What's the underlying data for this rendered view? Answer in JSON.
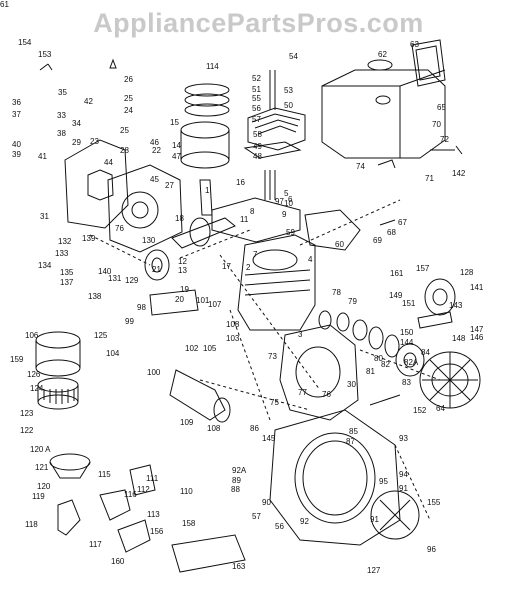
{
  "watermark": "AppliancePartsPros.com",
  "colors": {
    "ink": "#111111",
    "watermark": "#c9c9c9",
    "background": "#ffffff"
  },
  "parts": [
    {
      "ref": "154"
    },
    {
      "ref": "153"
    },
    {
      "ref": "26"
    },
    {
      "ref": "25"
    },
    {
      "ref": "24"
    },
    {
      "ref": "36"
    },
    {
      "ref": "35"
    },
    {
      "ref": "42"
    },
    {
      "ref": "37"
    },
    {
      "ref": "33"
    },
    {
      "ref": "34"
    },
    {
      "ref": "38"
    },
    {
      "ref": "25"
    },
    {
      "ref": "40"
    },
    {
      "ref": "39"
    },
    {
      "ref": "41"
    },
    {
      "ref": "29"
    },
    {
      "ref": "23"
    },
    {
      "ref": "28"
    },
    {
      "ref": "44"
    },
    {
      "ref": "22"
    },
    {
      "ref": "46"
    },
    {
      "ref": "14"
    },
    {
      "ref": "47"
    },
    {
      "ref": "45"
    },
    {
      "ref": "27"
    },
    {
      "ref": "1"
    },
    {
      "ref": "31"
    },
    {
      "ref": "76"
    },
    {
      "ref": "130"
    },
    {
      "ref": "139"
    },
    {
      "ref": "132"
    },
    {
      "ref": "133"
    },
    {
      "ref": "134"
    },
    {
      "ref": "135"
    },
    {
      "ref": "137"
    },
    {
      "ref": "140"
    },
    {
      "ref": "131"
    },
    {
      "ref": "138"
    },
    {
      "ref": "129"
    },
    {
      "ref": "12"
    },
    {
      "ref": "13"
    },
    {
      "ref": "11"
    },
    {
      "ref": "19"
    },
    {
      "ref": "20"
    },
    {
      "ref": "16"
    },
    {
      "ref": "17"
    },
    {
      "ref": "18"
    },
    {
      "ref": "15"
    },
    {
      "ref": "114"
    },
    {
      "ref": "52"
    },
    {
      "ref": "51"
    },
    {
      "ref": "55"
    },
    {
      "ref": "56"
    },
    {
      "ref": "57"
    },
    {
      "ref": "53"
    },
    {
      "ref": "50"
    },
    {
      "ref": "58"
    },
    {
      "ref": "49"
    },
    {
      "ref": "48"
    },
    {
      "ref": "54"
    },
    {
      "ref": "62"
    },
    {
      "ref": "63"
    },
    {
      "ref": "65"
    },
    {
      "ref": "70"
    },
    {
      "ref": "72"
    },
    {
      "ref": "74"
    },
    {
      "ref": "71"
    },
    {
      "ref": "142"
    },
    {
      "ref": "5"
    },
    {
      "ref": "10"
    },
    {
      "ref": "9"
    },
    {
      "ref": "8"
    },
    {
      "ref": "59"
    },
    {
      "ref": "60"
    },
    {
      "ref": "67"
    },
    {
      "ref": "68"
    },
    {
      "ref": "69"
    },
    {
      "ref": "21"
    },
    {
      "ref": "98"
    },
    {
      "ref": "99"
    },
    {
      "ref": "107"
    },
    {
      "ref": "108"
    },
    {
      "ref": "103"
    },
    {
      "ref": "102"
    },
    {
      "ref": "105"
    },
    {
      "ref": "104"
    },
    {
      "ref": "100"
    },
    {
      "ref": "101"
    },
    {
      "ref": "106"
    },
    {
      "ref": "125"
    },
    {
      "ref": "159"
    },
    {
      "ref": "126"
    },
    {
      "ref": "124"
    },
    {
      "ref": "123"
    },
    {
      "ref": "122"
    },
    {
      "ref": "120 A"
    },
    {
      "ref": "121"
    },
    {
      "ref": "120"
    },
    {
      "ref": "119"
    },
    {
      "ref": "118"
    },
    {
      "ref": "117"
    },
    {
      "ref": "116"
    },
    {
      "ref": "115"
    },
    {
      "ref": "111"
    },
    {
      "ref": "112"
    },
    {
      "ref": "110"
    },
    {
      "ref": "113"
    },
    {
      "ref": "156"
    },
    {
      "ref": "158"
    },
    {
      "ref": "160"
    },
    {
      "ref": "163"
    },
    {
      "ref": "109"
    },
    {
      "ref": "108"
    },
    {
      "ref": "3"
    },
    {
      "ref": "2"
    },
    {
      "ref": "73"
    },
    {
      "ref": "78"
    },
    {
      "ref": "79"
    },
    {
      "ref": "80"
    },
    {
      "ref": "81"
    },
    {
      "ref": "82"
    },
    {
      "ref": "82A"
    },
    {
      "ref": "84"
    },
    {
      "ref": "83"
    },
    {
      "ref": "64"
    },
    {
      "ref": "152"
    },
    {
      "ref": "30"
    },
    {
      "ref": "75"
    },
    {
      "ref": "77"
    },
    {
      "ref": "76"
    },
    {
      "ref": "161"
    },
    {
      "ref": "157"
    },
    {
      "ref": "128"
    },
    {
      "ref": "141"
    },
    {
      "ref": "149"
    },
    {
      "ref": "151"
    },
    {
      "ref": "143"
    },
    {
      "ref": "150"
    },
    {
      "ref": "144"
    },
    {
      "ref": "148"
    },
    {
      "ref": "147"
    },
    {
      "ref": "146"
    },
    {
      "ref": "145"
    },
    {
      "ref": "86"
    },
    {
      "ref": "85"
    },
    {
      "ref": "87"
    },
    {
      "ref": "93"
    },
    {
      "ref": "94"
    },
    {
      "ref": "95"
    },
    {
      "ref": "92A"
    },
    {
      "ref": "89"
    },
    {
      "ref": "88"
    },
    {
      "ref": "90"
    },
    {
      "ref": "57"
    },
    {
      "ref": "56"
    },
    {
      "ref": "92"
    },
    {
      "ref": "91"
    },
    {
      "ref": "91"
    },
    {
      "ref": "155"
    },
    {
      "ref": "127"
    },
    {
      "ref": "96"
    },
    {
      "ref": "97"
    },
    {
      "ref": "6"
    },
    {
      "ref": "7"
    },
    {
      "ref": "4"
    },
    {
      "ref": "61"
    }
  ]
}
